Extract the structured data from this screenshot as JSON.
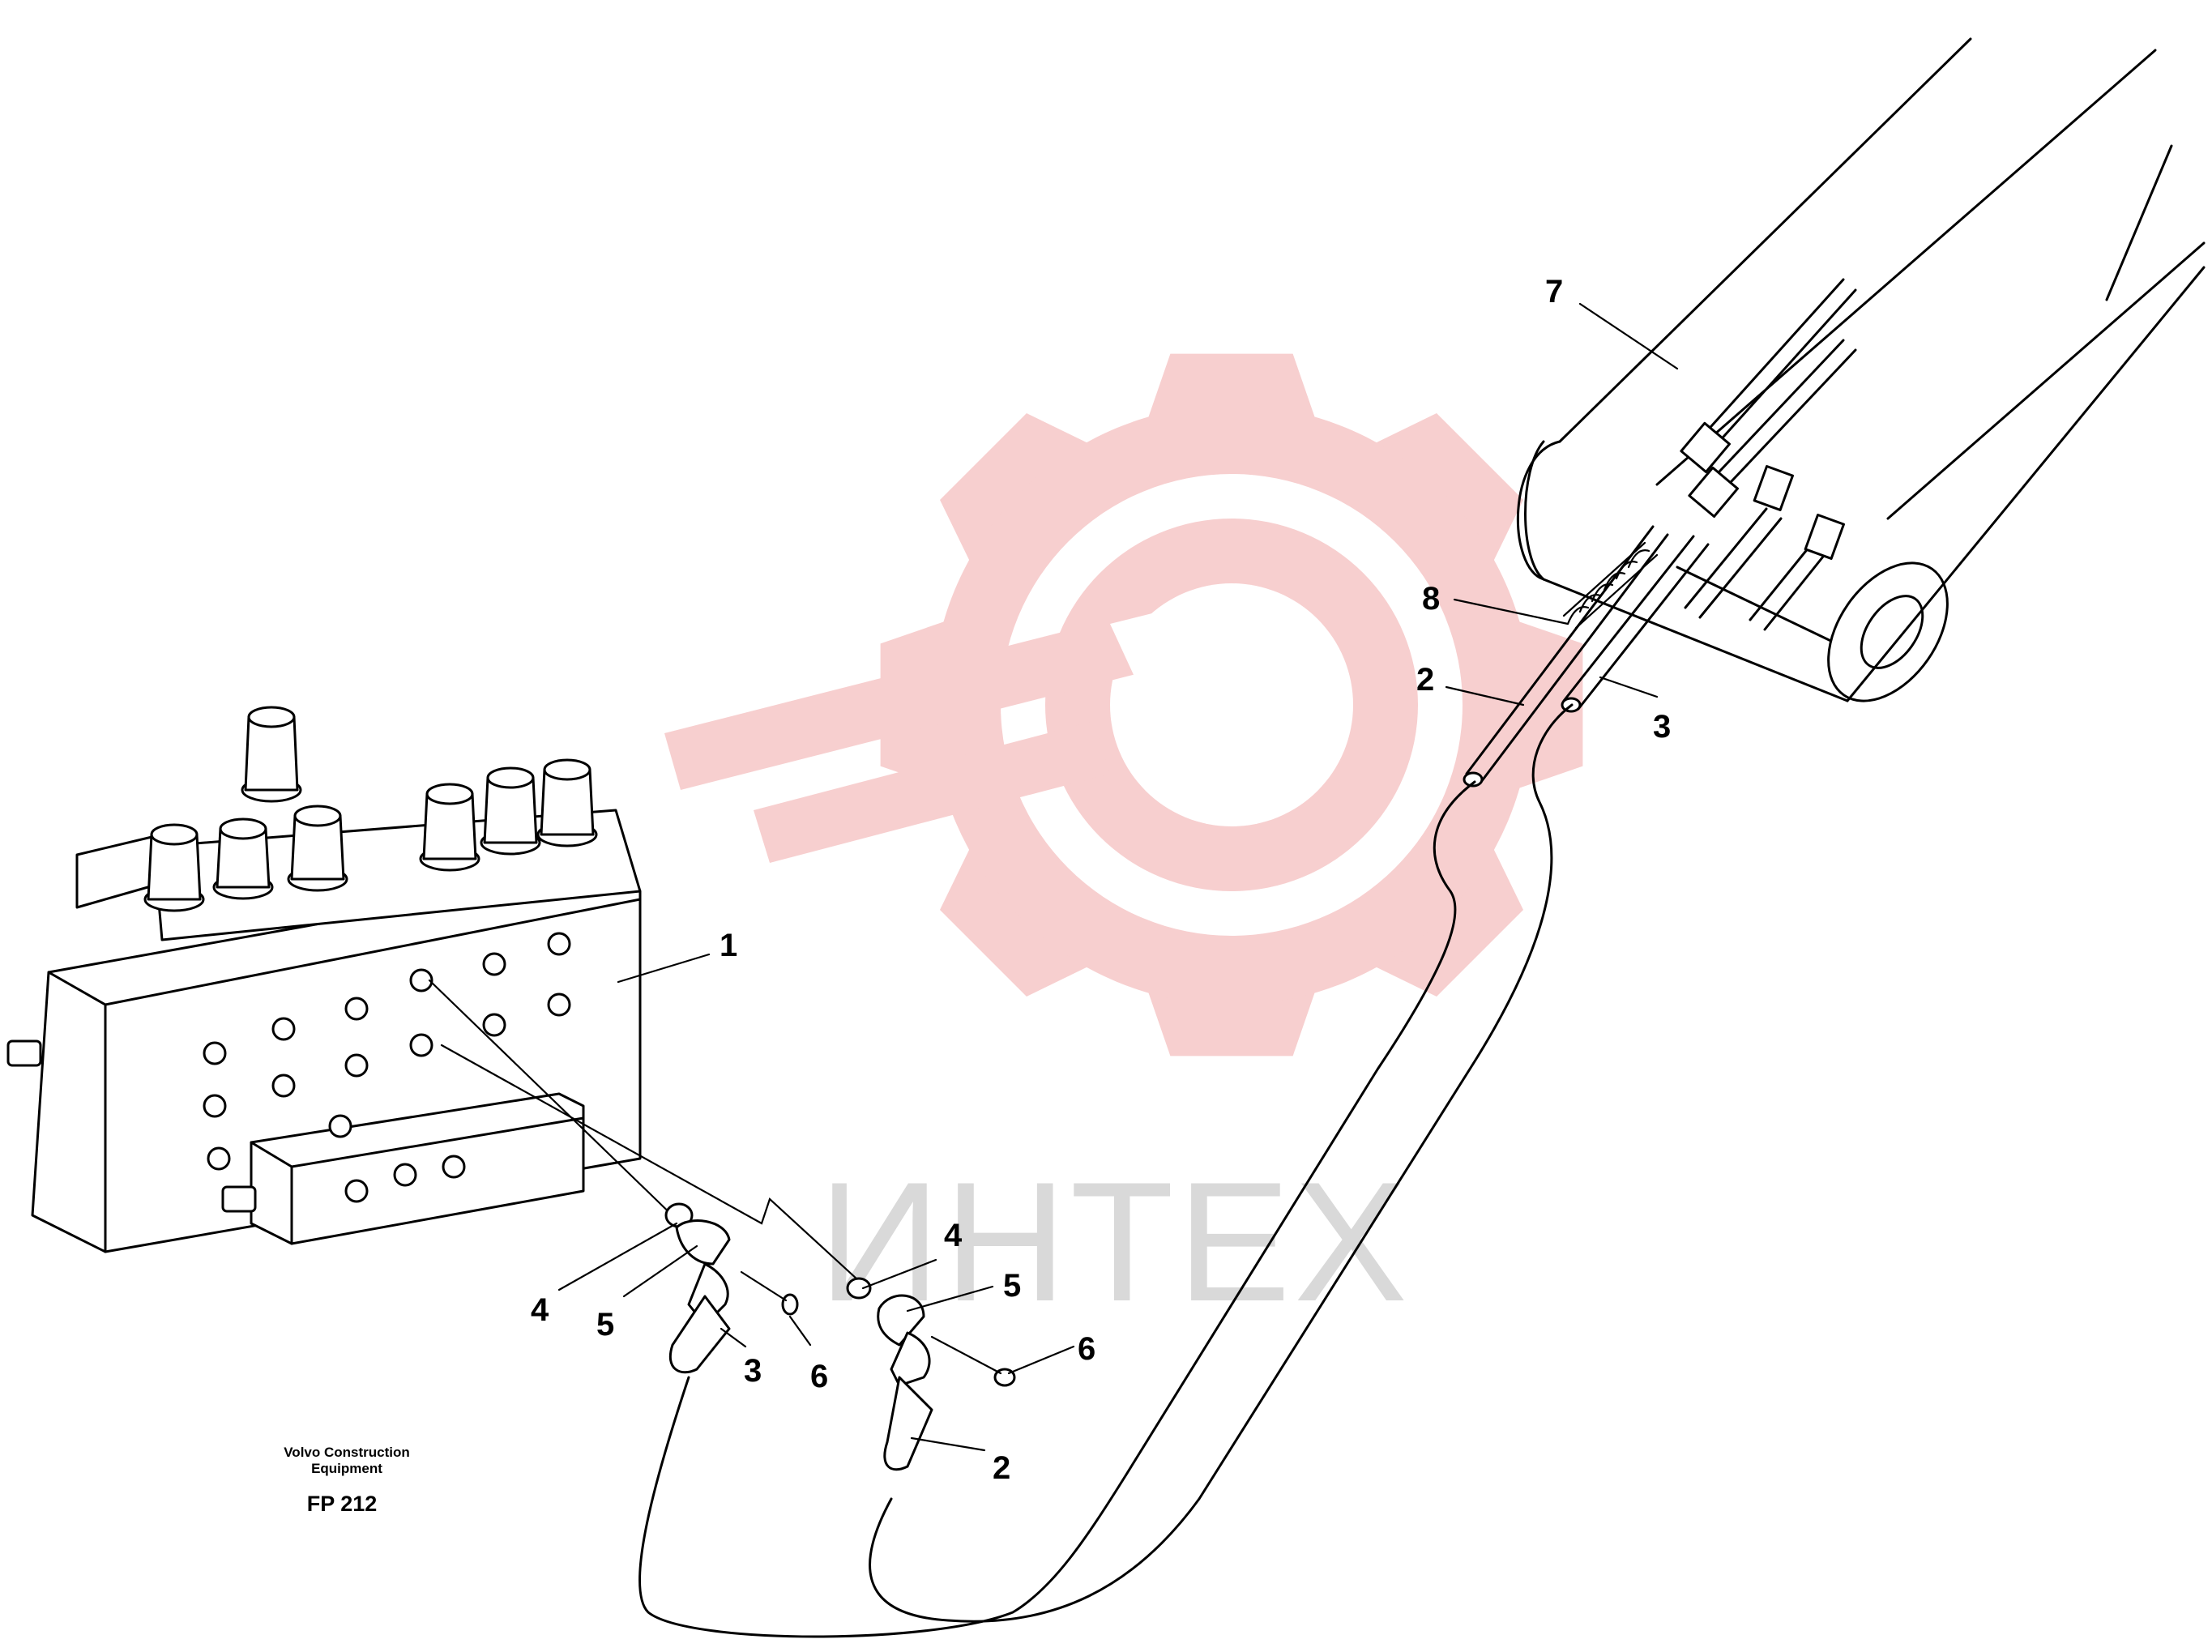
{
  "watermark": {
    "text": "ИНТЕХ",
    "gear_color": "#f7cfcf",
    "text_color": "#d9d9d9"
  },
  "caption": {
    "line1": "Volvo Construction",
    "line2": "Equipment",
    "code": "FP 212"
  },
  "callouts": [
    {
      "id": "c1",
      "label": "1"
    },
    {
      "id": "c7",
      "label": "7"
    },
    {
      "id": "c8",
      "label": "8"
    },
    {
      "id": "c2_top",
      "label": "2"
    },
    {
      "id": "c3_top",
      "label": "3"
    },
    {
      "id": "c4_left",
      "label": "4"
    },
    {
      "id": "c5_left",
      "label": "5"
    },
    {
      "id": "c3_mid",
      "label": "3"
    },
    {
      "id": "c6_left",
      "label": "6"
    },
    {
      "id": "c4_right",
      "label": "4"
    },
    {
      "id": "c5_right",
      "label": "5"
    },
    {
      "id": "c6_right",
      "label": "6"
    },
    {
      "id": "c2_bottom",
      "label": "2"
    }
  ]
}
